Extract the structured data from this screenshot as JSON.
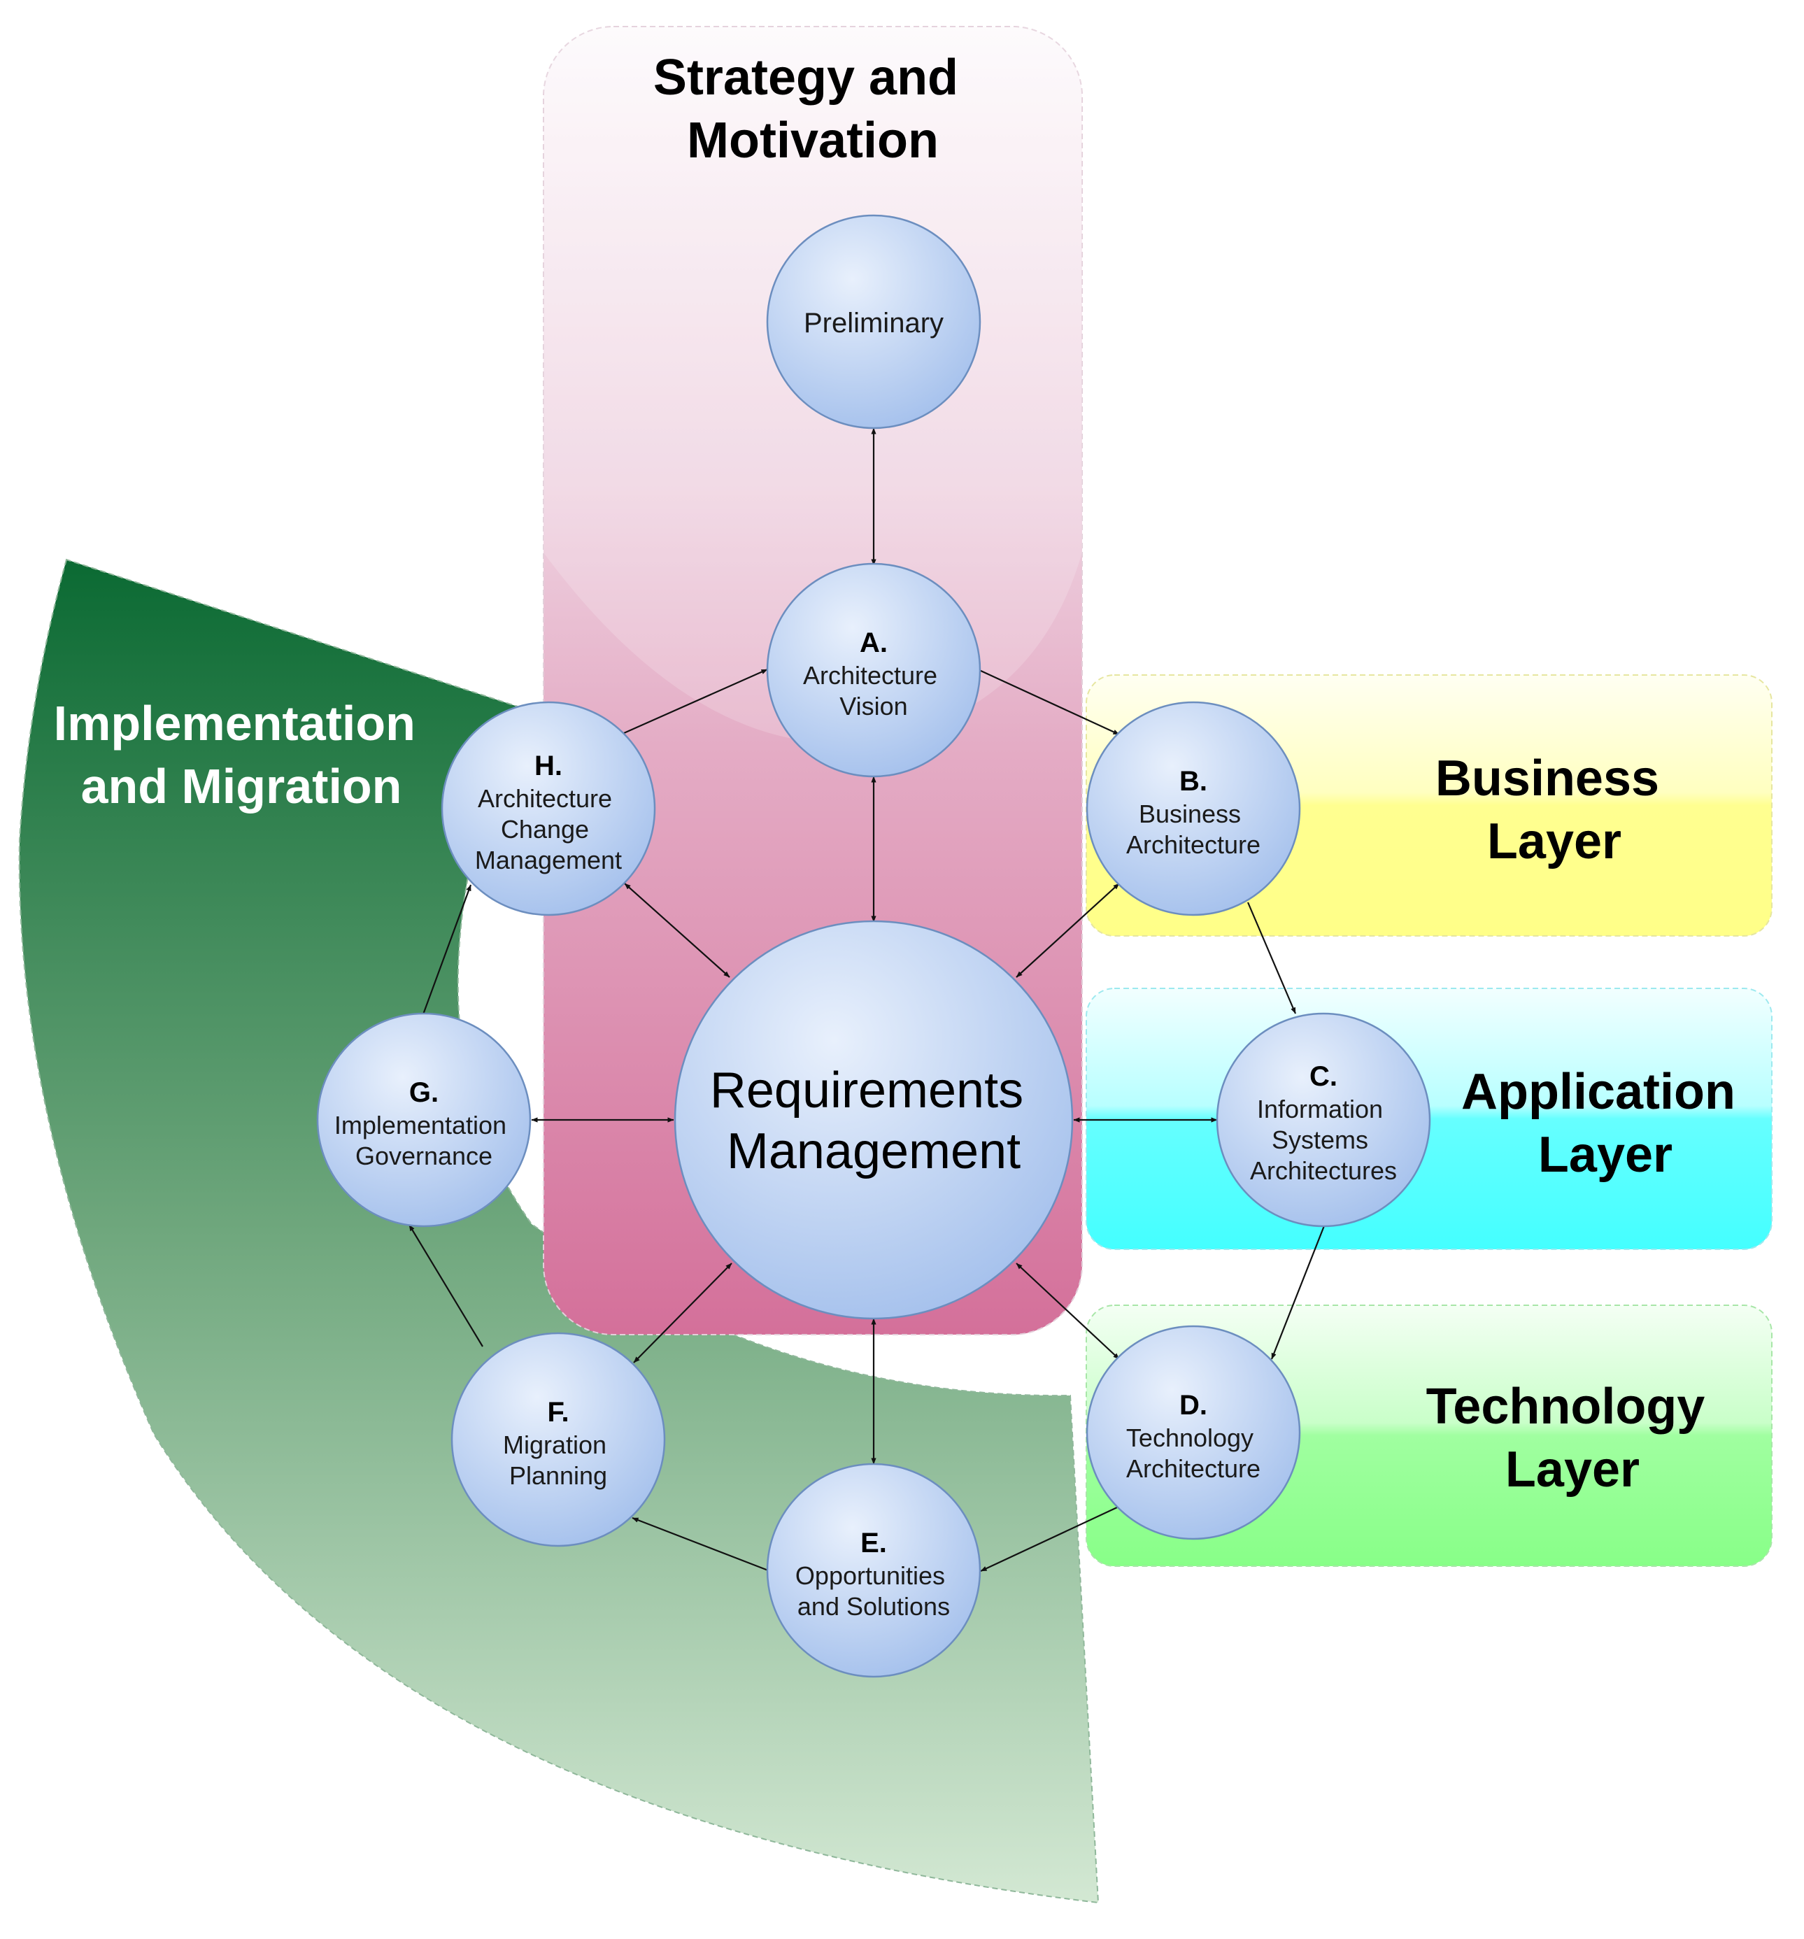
{
  "regions": {
    "strategy": {
      "title": [
        "Strategy and",
        "Motivation"
      ]
    },
    "implementation": {
      "title": [
        "Implementation",
        "and Migration"
      ]
    },
    "business": {
      "title": [
        "Business",
        "Layer"
      ]
    },
    "application": {
      "title": [
        "Application",
        "Layer"
      ]
    },
    "technology": {
      "title": [
        "Technology",
        "Layer"
      ]
    }
  },
  "nodes": {
    "preliminary": {
      "label": "Preliminary"
    },
    "a": {
      "letter": "A.",
      "lines": [
        "Architecture",
        "Vision"
      ]
    },
    "b": {
      "letter": "B.",
      "lines": [
        "Business",
        "Architecture"
      ]
    },
    "c": {
      "letter": "C.",
      "lines": [
        "Information",
        "Systems",
        "Architectures"
      ]
    },
    "d": {
      "letter": "D.",
      "lines": [
        "Technology",
        "Architecture"
      ]
    },
    "e": {
      "letter": "E.",
      "lines": [
        "Opportunities",
        "and Solutions"
      ]
    },
    "f": {
      "letter": "F.",
      "lines": [
        "Migration",
        "Planning"
      ]
    },
    "g": {
      "letter": "G.",
      "lines": [
        "Implementation",
        "Governance"
      ]
    },
    "h": {
      "letter": "H.",
      "lines": [
        "Architecture",
        "Change",
        "Management"
      ]
    },
    "requirements": {
      "lines": [
        "Requirements",
        "Management"
      ]
    }
  },
  "colors": {
    "node_fill_light": "#dfe9f9",
    "node_fill_dark": "#a7c2ec",
    "node_stroke": "#6c8ebf",
    "strategy_top": "#fbf5f8",
    "strategy_bottom": "#d4709a",
    "impl_dark": "#0b6a33",
    "impl_light": "#d3e8d3",
    "business": "#ffff88",
    "application": "#44ffff",
    "technology": "#88ff88"
  }
}
